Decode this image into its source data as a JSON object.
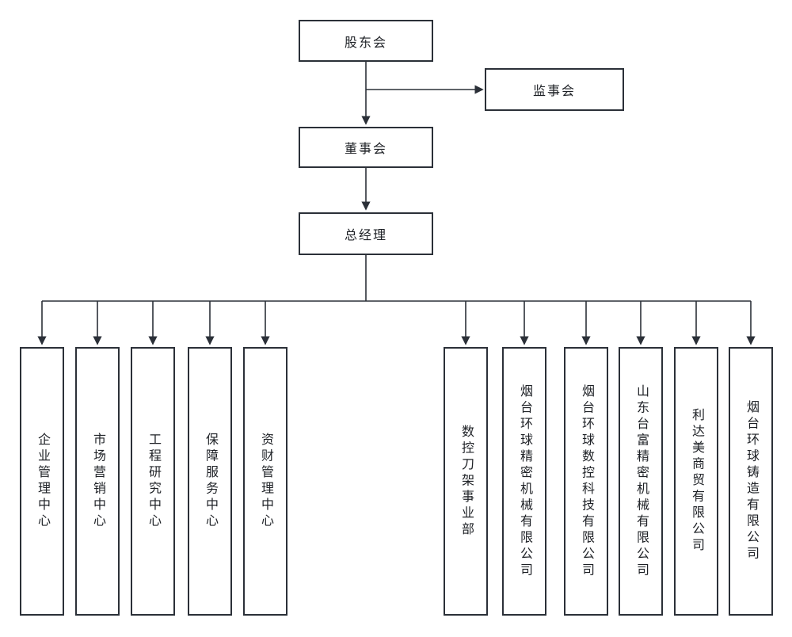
{
  "diagram": {
    "type": "org-chart",
    "nodes": {
      "shareholders": {
        "label": "股东会"
      },
      "supervisors": {
        "label": "监事会"
      },
      "board_of_directors": {
        "label": "董事会"
      },
      "general_manager": {
        "label": "总经理"
      }
    },
    "units": [
      {
        "label": "企业管理中心"
      },
      {
        "label": "市场营销中心"
      },
      {
        "label": "工程研究中心"
      },
      {
        "label": "保障服务中心"
      },
      {
        "label": "资财管理中心"
      },
      {
        "label": "数控刀架事业部"
      },
      {
        "label": "烟台环球精密机械有限公司"
      },
      {
        "label": "烟台环球数控科技有限公司"
      },
      {
        "label": "山东台富精密机械有限公司"
      },
      {
        "label": "利达美商贸有限公司"
      },
      {
        "label": "烟台环球铸造有限公司"
      }
    ],
    "hierarchy": {
      "root": "股东会",
      "edges": [
        [
          "股东会",
          "监事会"
        ],
        [
          "股东会",
          "董事会"
        ],
        [
          "董事会",
          "总经理"
        ],
        [
          "总经理",
          "企业管理中心"
        ],
        [
          "总经理",
          "市场营销中心"
        ],
        [
          "总经理",
          "工程研究中心"
        ],
        [
          "总经理",
          "保障服务中心"
        ],
        [
          "总经理",
          "资财管理中心"
        ],
        [
          "总经理",
          "数控刀架事业部"
        ],
        [
          "总经理",
          "烟台环球精密机械有限公司"
        ],
        [
          "总经理",
          "烟台环球数控科技有限公司"
        ],
        [
          "总经理",
          "山东台富精密机械有限公司"
        ],
        [
          "总经理",
          "利达美商贸有限公司"
        ],
        [
          "总经理",
          "烟台环球铸造有限公司"
        ]
      ]
    },
    "colors": {
      "line": "#2b3038",
      "box_border": "#2b3038",
      "box_background": "#ffffff",
      "text": "#1e2126",
      "page_background": "#ffffff"
    }
  }
}
